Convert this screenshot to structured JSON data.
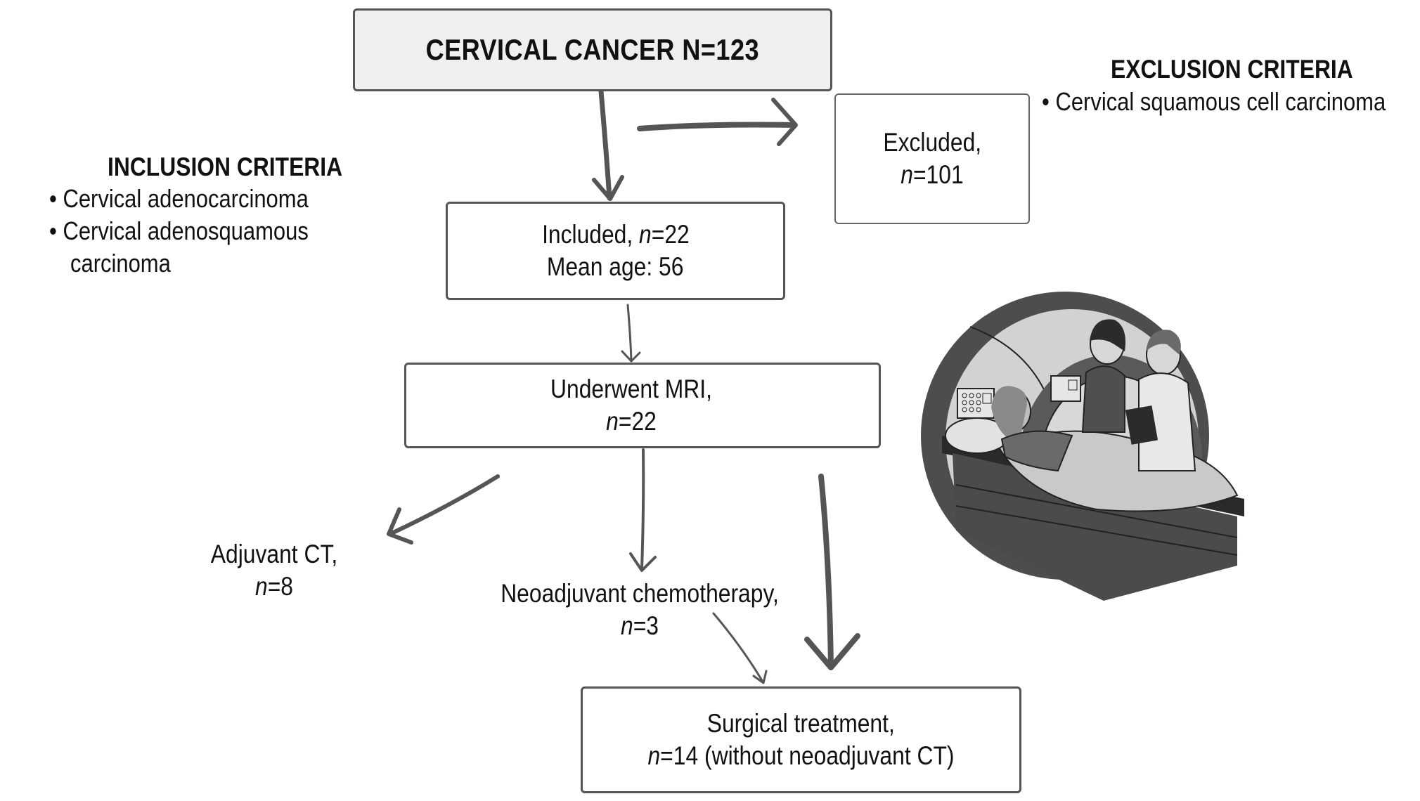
{
  "top_box": {
    "title": "CERVICAL CANCER N=123"
  },
  "excluded_box": {
    "line1": "Excluded,",
    "n_label": "n",
    "n_value": "=101"
  },
  "included_box": {
    "line1_prefix": "Included, ",
    "n_label": "n",
    "n_value": "=22",
    "line2": "Mean age: 56"
  },
  "mri_box": {
    "line1": "Underwent MRI,",
    "n_label": "n",
    "n_value": "=22"
  },
  "adjuvant": {
    "line1": "Adjuvant CT,",
    "n_label": "n",
    "n_value": "=8"
  },
  "neoadjuvant": {
    "line1": "Neoadjuvant chemotherapy,",
    "n_label": "n",
    "n_value": "=3"
  },
  "surgical_box": {
    "line1": "Surgical treatment,",
    "n_label": "n",
    "n_value": "=14 (without neoadjuvant CT)"
  },
  "inclusion": {
    "title": "INCLUSION CRITERIA",
    "items": [
      "Cervical adenocarcinoma",
      "Cervical adenosquamous",
      "carcinoma"
    ],
    "bullet": "•"
  },
  "exclusion": {
    "title": "EXCLUSION CRITERIA",
    "items": [
      "Cervical squamous cell carcinoma"
    ],
    "bullet": "•"
  },
  "illustration": {
    "subject": "mri-scanner-with-patient-and-staff-icon"
  },
  "colors": {
    "box_border": "#555555",
    "top_box_fill": "#efefef",
    "arrow": "#555555",
    "text": "#111111"
  }
}
